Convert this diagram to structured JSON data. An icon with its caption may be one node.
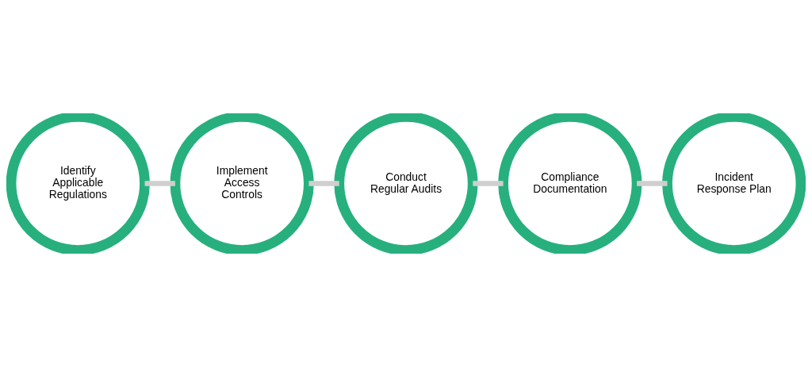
{
  "diagram": {
    "nodes": [
      {
        "text": [
          "Identify Applicable Regulations"
        ]
      },
      {
        "text": [
          "Implement Access Controls"
        ]
      },
      {
        "text": [
          "Conduct Regular Audits"
        ]
      },
      {
        "text": [
          "Compliance Documentation"
        ]
      },
      {
        "text": [
          "Incident Response Plan"
        ]
      }
    ],
    "edges": [
      {
        "from": 0,
        "to": 1,
        "arrow": "none"
      },
      {
        "from": 1,
        "to": 2,
        "arrow": "none"
      },
      {
        "from": 2,
        "to": 3,
        "arrow": "none"
      },
      {
        "from": 3,
        "to": 4,
        "arrow": "none"
      }
    ]
  }
}
